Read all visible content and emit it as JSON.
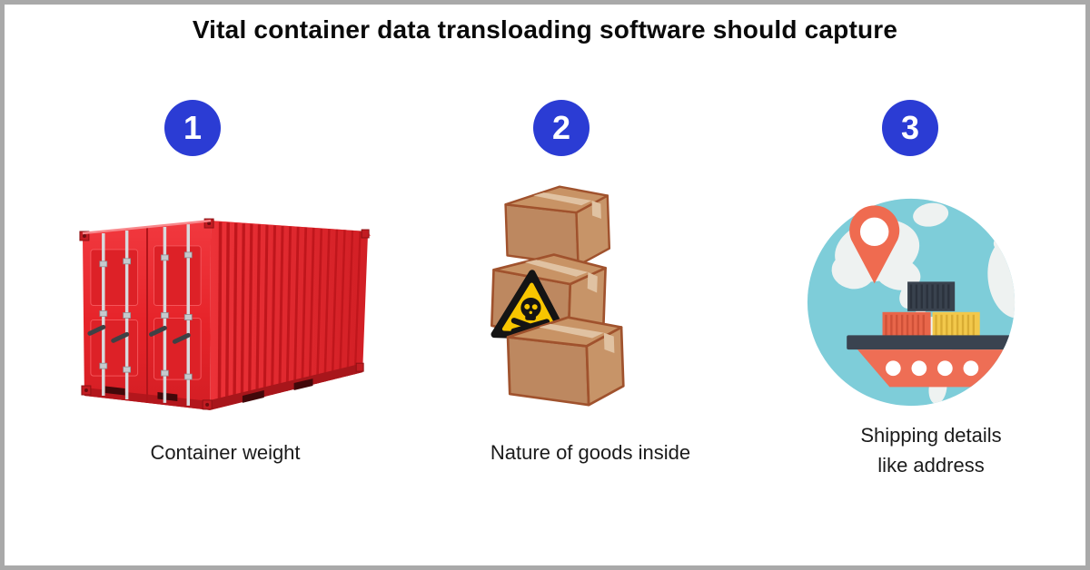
{
  "title": "Vital container data transloading software should capture",
  "steps": [
    {
      "number": "1",
      "caption": "Container weight",
      "icon": "red-shipping-container-illustration"
    },
    {
      "number": "2",
      "caption": "Nature of goods inside",
      "icon": "hazard-boxes-illustration"
    },
    {
      "number": "3",
      "caption": "Shipping details like address",
      "icon": "globe-cargo-ship-illustration"
    }
  ],
  "colors": {
    "frame_border": "#a9a9a9",
    "background": "#ffffff",
    "badge_blue": "#2b3cd4",
    "badge_number_text": "#ffffff",
    "title_text": "#0a0a0a",
    "caption_text": "#1b1b1b",
    "container_red": "#e8262c",
    "container_red_dark": "#c01d23",
    "cardboard_tan": "#bd8860",
    "cardboard_outline": "#a0522d",
    "hazard_yellow": "#f8c600",
    "hazard_black": "#141414",
    "globe_teal": "#7ecdd9",
    "continent_gray": "#eef2f1",
    "ship_orange": "#ee6e55",
    "deck_navy": "#3a4350",
    "cargo_yellow": "#f2c84b"
  }
}
